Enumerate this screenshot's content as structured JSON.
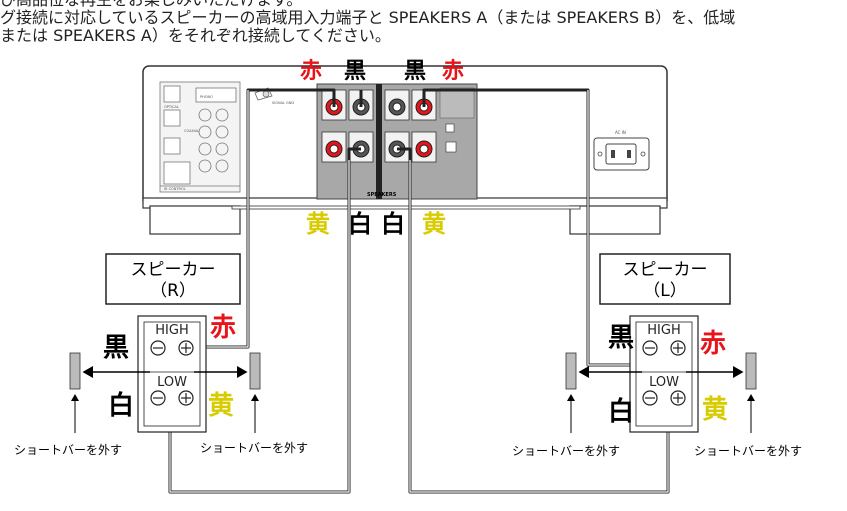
{
  "intro": {
    "line1": "び高品位な再生をお楽しみいただけます。",
    "line2": "グ接続に対応しているスピーカーの高域用入力端子と SPEAKERS A（または SPEAKERS B）を、低域",
    "line3": "または SPEAKERS A）をそれぞれ接続してください。"
  },
  "amp": {
    "speakers_label": "SPEAKERS",
    "ac_in_label": "AC IN",
    "optical_label": "OPTICAL",
    "coaxial_label": "COAXIAL",
    "ir_control_label": "IR CONTROL",
    "signal_gnd_label": "SIGNAL GND",
    "phono_label": "PHONO"
  },
  "top_colors": {
    "red_left": "赤",
    "black_left": "黒",
    "black_right": "黒",
    "red_right": "赤"
  },
  "under_colors": {
    "yellow_left": "黄",
    "white_left": "白",
    "white_right": "白",
    "yellow_right": "黄"
  },
  "speaker_r": {
    "name_line1": "スピーカー",
    "name_line2": "（R）",
    "high": "HIGH",
    "low": "LOW",
    "black": "黒",
    "red": "赤",
    "white": "白",
    "yellow": "黄",
    "bar_left": "ショートバーを外す",
    "bar_right": "ショートバーを外す"
  },
  "speaker_l": {
    "name_line1": "スピーカー",
    "name_line2": "（L）",
    "high": "HIGH",
    "low": "LOW",
    "black": "黒",
    "red": "赤",
    "white": "白",
    "yellow": "黄",
    "bar_left": "ショートバーを外す",
    "bar_right": "ショートバーを外す"
  },
  "colors": {
    "red": "#e8141b",
    "yellow": "#d7cc00",
    "black": "#000000",
    "panel_gray": "#a8a8a8"
  }
}
